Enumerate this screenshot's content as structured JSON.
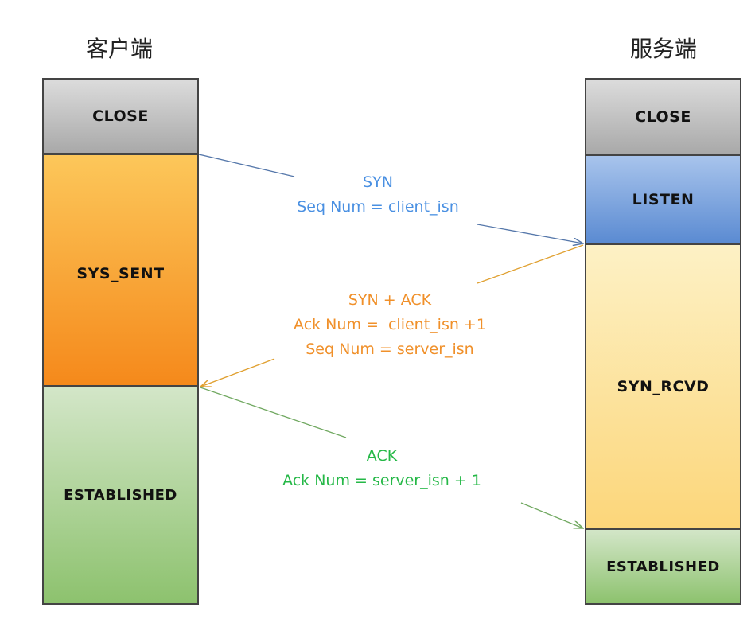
{
  "client": {
    "title": "客户端",
    "states": {
      "close": "CLOSE",
      "syn_sent": "SYS_SENT",
      "established": "ESTABLISHED"
    }
  },
  "server": {
    "title": "服务端",
    "states": {
      "close": "CLOSE",
      "listen": "LISTEN",
      "syn_rcvd": "SYN_RCVD",
      "established": "ESTABLISHED"
    }
  },
  "messages": {
    "syn": {
      "line1": "SYN",
      "line2": "Seq Num = client_isn",
      "color": "#4a90e2"
    },
    "synack": {
      "line1": "SYN + ACK",
      "line2": "Ack Num =  client_isn +1",
      "line3": "Seq Num = server_isn",
      "color": "#f0902a"
    },
    "ack": {
      "line1": "ACK",
      "line2": "Ack Num = server_isn + 1",
      "color": "#25b847"
    }
  },
  "colors": {
    "close": "#a9a9a9",
    "syn_sent": "#f5891b",
    "established": "#8dc26e",
    "listen": "#5b8bd2",
    "syn_rcvd": "#fcd67a"
  }
}
